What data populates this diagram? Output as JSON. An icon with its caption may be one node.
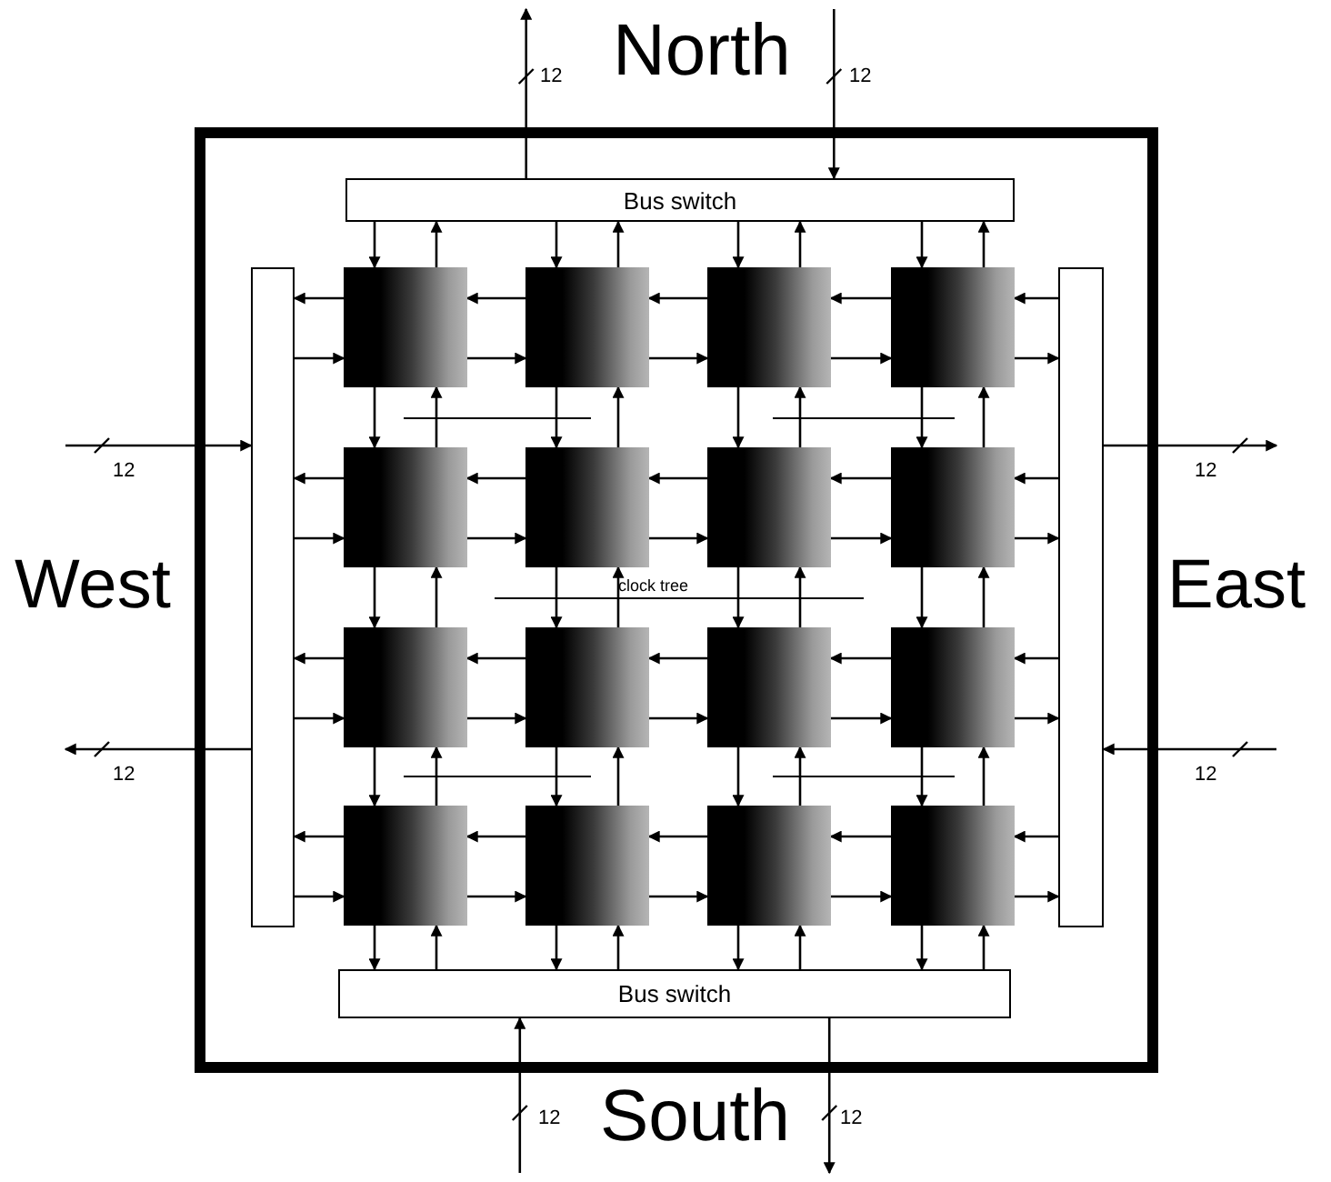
{
  "diagram": {
    "nodes": [
      {
        "text": [],
        "shape": "box"
      },
      {
        "text": [
          "Bus switch"
        ],
        "in": 0
      },
      {
        "text": [],
        "shape": "bar",
        "in": 0
      },
      {
        "text": [],
        "shape": "box",
        "in": 0
      },
      {
        "text": [],
        "shape": "box",
        "in": 0
      },
      {
        "text": [],
        "shape": "box",
        "in": 0
      },
      {
        "text": [],
        "shape": "box",
        "in": 0
      },
      {
        "text": [],
        "shape": "box",
        "in": 0
      },
      {
        "text": [],
        "shape": "box",
        "in": 0
      },
      {
        "text": [],
        "shape": "box",
        "in": 0
      },
      {
        "text": [],
        "shape": "box",
        "in": 0
      },
      {
        "text": [],
        "shape": "box",
        "in": 0
      },
      {
        "text": [],
        "shape": "box",
        "in": 0
      },
      {
        "text": [],
        "shape": "box",
        "in": 0
      },
      {
        "text": [],
        "shape": "box",
        "in": 0
      },
      {
        "text": [],
        "shape": "box",
        "in": 0
      },
      {
        "text": [],
        "shape": "box",
        "in": 0
      },
      {
        "text": [],
        "shape": "box",
        "in": 0
      },
      {
        "text": [],
        "shape": "box",
        "in": 0
      },
      {
        "text": [],
        "shape": "bar",
        "in": 0
      },
      {
        "text": [
          "Bus switch"
        ],
        "in": 0
      }
    ],
    "edges": [
      {
        "from": 1,
        "to": null,
        "arrow": "to"
      },
      {
        "from": null,
        "to": 1,
        "arrow": "to"
      },
      {
        "from": null,
        "to": 2,
        "arrow": "to"
      },
      {
        "from": 2,
        "to": null,
        "arrow": "to"
      },
      {
        "from": 19,
        "to": null,
        "arrow": "to"
      },
      {
        "from": null,
        "to": 19,
        "arrow": "to"
      },
      {
        "from": null,
        "to": 20,
        "arrow": "to"
      },
      {
        "from": 20,
        "to": null,
        "arrow": "to"
      },
      {
        "from": 1,
        "to": 3,
        "arrow": "to"
      },
      {
        "from": 3,
        "to": 1,
        "arrow": "to"
      },
      {
        "from": 3,
        "to": 7,
        "arrow": "to"
      },
      {
        "from": 7,
        "to": 3,
        "arrow": "to"
      },
      {
        "from": 7,
        "to": 11,
        "arrow": "to"
      },
      {
        "from": 11,
        "to": 7,
        "arrow": "to"
      },
      {
        "from": 11,
        "to": 15,
        "arrow": "to"
      },
      {
        "from": 15,
        "to": 11,
        "arrow": "to"
      },
      {
        "from": 15,
        "to": 20,
        "arrow": "to"
      },
      {
        "from": 20,
        "to": 15,
        "arrow": "to"
      },
      {
        "from": 1,
        "to": 4,
        "arrow": "to"
      },
      {
        "from": 4,
        "to": 1,
        "arrow": "to"
      },
      {
        "from": 4,
        "to": 8,
        "arrow": "to"
      },
      {
        "from": 8,
        "to": 4,
        "arrow": "to"
      },
      {
        "from": 8,
        "to": 12,
        "arrow": "to"
      },
      {
        "from": 12,
        "to": 8,
        "arrow": "to"
      },
      {
        "from": 12,
        "to": 16,
        "arrow": "to"
      },
      {
        "from": 16,
        "to": 12,
        "arrow": "to"
      },
      {
        "from": 16,
        "to": 20,
        "arrow": "to"
      },
      {
        "from": 20,
        "to": 16,
        "arrow": "to"
      },
      {
        "from": 1,
        "to": 5,
        "arrow": "to"
      },
      {
        "from": 5,
        "to": 1,
        "arrow": "to"
      },
      {
        "from": 5,
        "to": 9,
        "arrow": "to"
      },
      {
        "from": 9,
        "to": 5,
        "arrow": "to"
      },
      {
        "from": 9,
        "to": 13,
        "arrow": "to"
      },
      {
        "from": 13,
        "to": 9,
        "arrow": "to"
      },
      {
        "from": 13,
        "to": 17,
        "arrow": "to"
      },
      {
        "from": 17,
        "to": 13,
        "arrow": "to"
      },
      {
        "from": 17,
        "to": 20,
        "arrow": "to"
      },
      {
        "from": 20,
        "to": 17,
        "arrow": "to"
      },
      {
        "from": 1,
        "to": 6,
        "arrow": "to"
      },
      {
        "from": 6,
        "to": 1,
        "arrow": "to"
      },
      {
        "from": 6,
        "to": 10,
        "arrow": "to"
      },
      {
        "from": 10,
        "to": 6,
        "arrow": "to"
      },
      {
        "from": 10,
        "to": 14,
        "arrow": "to"
      },
      {
        "from": 14,
        "to": 10,
        "arrow": "to"
      },
      {
        "from": 14,
        "to": 18,
        "arrow": "to"
      },
      {
        "from": 18,
        "to": 14,
        "arrow": "to"
      },
      {
        "from": 18,
        "to": 20,
        "arrow": "to"
      },
      {
        "from": 20,
        "to": 18,
        "arrow": "to"
      },
      {
        "from": 3,
        "to": 2,
        "arrow": "to"
      },
      {
        "from": 2,
        "to": 3,
        "arrow": "to"
      },
      {
        "from": 4,
        "to": 3,
        "arrow": "to"
      },
      {
        "from": 3,
        "to": 4,
        "arrow": "to"
      },
      {
        "from": 5,
        "to": 4,
        "arrow": "to"
      },
      {
        "from": 4,
        "to": 5,
        "arrow": "to"
      },
      {
        "from": 6,
        "to": 5,
        "arrow": "to"
      },
      {
        "from": 5,
        "to": 6,
        "arrow": "to"
      },
      {
        "from": 19,
        "to": 6,
        "arrow": "to"
      },
      {
        "from": 6,
        "to": 19,
        "arrow": "to"
      },
      {
        "from": 7,
        "to": 2,
        "arrow": "to"
      },
      {
        "from": 2,
        "to": 7,
        "arrow": "to"
      },
      {
        "from": 8,
        "to": 7,
        "arrow": "to"
      },
      {
        "from": 7,
        "to": 8,
        "arrow": "to"
      },
      {
        "from": 9,
        "to": 8,
        "arrow": "to"
      },
      {
        "from": 8,
        "to": 9,
        "arrow": "to"
      },
      {
        "from": 10,
        "to": 9,
        "arrow": "to"
      },
      {
        "from": 9,
        "to": 10,
        "arrow": "to"
      },
      {
        "from": 19,
        "to": 10,
        "arrow": "to"
      },
      {
        "from": 10,
        "to": 19,
        "arrow": "to"
      },
      {
        "from": 11,
        "to": 2,
        "arrow": "to"
      },
      {
        "from": 2,
        "to": 11,
        "arrow": "to"
      },
      {
        "from": 12,
        "to": 11,
        "arrow": "to"
      },
      {
        "from": 11,
        "to": 12,
        "arrow": "to"
      },
      {
        "from": 13,
        "to": 12,
        "arrow": "to"
      },
      {
        "from": 12,
        "to": 13,
        "arrow": "to"
      },
      {
        "from": 14,
        "to": 13,
        "arrow": "to"
      },
      {
        "from": 13,
        "to": 14,
        "arrow": "to"
      },
      {
        "from": 19,
        "to": 14,
        "arrow": "to"
      },
      {
        "from": 14,
        "to": 19,
        "arrow": "to"
      },
      {
        "from": 15,
        "to": 2,
        "arrow": "to"
      },
      {
        "from": 2,
        "to": 15,
        "arrow": "to"
      },
      {
        "from": 16,
        "to": 15,
        "arrow": "to"
      },
      {
        "from": 15,
        "to": 16,
        "arrow": "to"
      },
      {
        "from": 17,
        "to": 16,
        "arrow": "to"
      },
      {
        "from": 16,
        "to": 17,
        "arrow": "to"
      },
      {
        "from": 18,
        "to": 17,
        "arrow": "to"
      },
      {
        "from": 17,
        "to": 18,
        "arrow": "to"
      },
      {
        "from": 19,
        "to": 18,
        "arrow": "to"
      },
      {
        "from": 18,
        "to": 19,
        "arrow": "to"
      }
    ],
    "labels": [
      "12",
      "North",
      "12",
      "12",
      "12",
      "West",
      "clock tree",
      "East",
      "12",
      "12",
      "12",
      "South",
      "12"
    ]
  }
}
